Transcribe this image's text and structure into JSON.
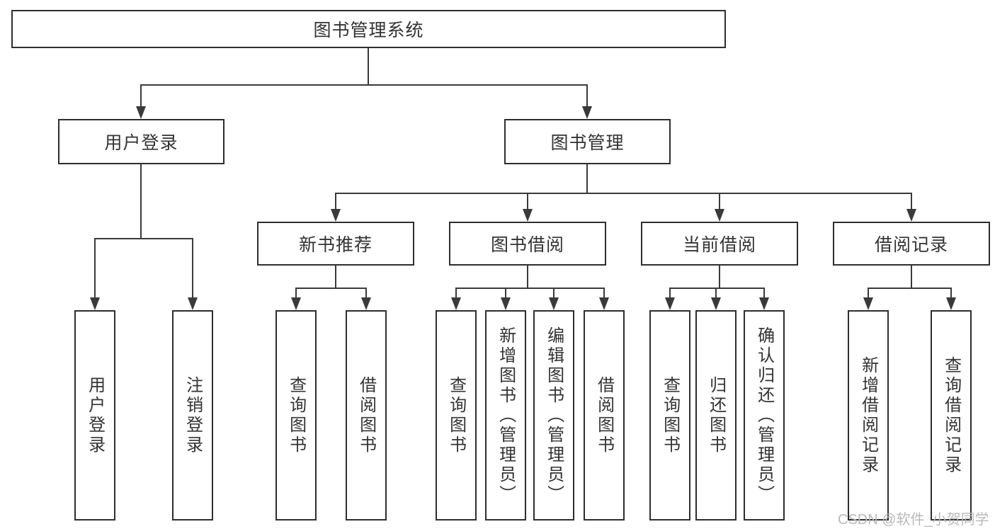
{
  "diagram": {
    "root": {
      "label": "图书管理系统",
      "children": [
        {
          "label": "用户登录",
          "children": [
            {
              "label": "用户登录"
            },
            {
              "label": "注销登录"
            }
          ]
        },
        {
          "label": "图书管理",
          "children": [
            {
              "label": "新书推荐",
              "children": [
                {
                  "label": "查询图书"
                },
                {
                  "label": "借阅图书"
                }
              ]
            },
            {
              "label": "图书借阅",
              "children": [
                {
                  "label": "查询图书"
                },
                {
                  "label": "新增图书（管理员）"
                },
                {
                  "label": "编辑图书（管理员）"
                },
                {
                  "label": "借阅图书"
                }
              ]
            },
            {
              "label": "当前借阅",
              "children": [
                {
                  "label": "查询图书"
                },
                {
                  "label": "归还图书"
                },
                {
                  "label": "确认归还（管理员）"
                }
              ]
            },
            {
              "label": "借阅记录",
              "children": [
                {
                  "label": "新增借阅记录"
                },
                {
                  "label": "查询借阅记录"
                }
              ]
            }
          ]
        }
      ]
    },
    "watermark": "CSDN @软件_小贺同学",
    "colors": {
      "line": "#3a3a3a",
      "box_border": "#2e2e2e",
      "text": "#333333",
      "watermark": "#b9b9b9",
      "background": "#ffffff"
    }
  }
}
